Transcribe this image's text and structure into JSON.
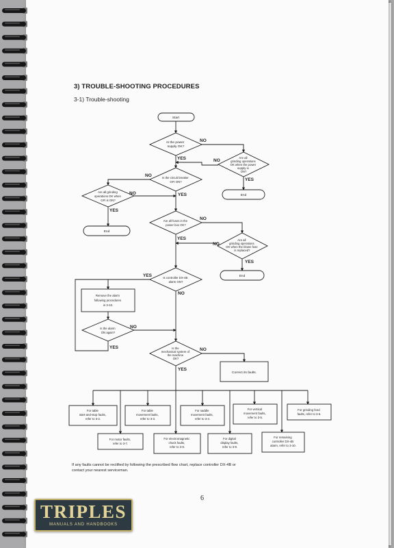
{
  "document": {
    "section_title": "3) TROUBLE-SHOOTING PROCEDURES",
    "subsection_title": "3-1) Trouble-shooting",
    "note_line_1": "If any faults cannot be rectified by following the prescribed flow chart, replace controller DX-4B or",
    "note_line_2": "contact your nearest serviceman.",
    "page_number": "6"
  },
  "flowchart": {
    "start": "Start",
    "end_label": "End",
    "yes": "YES",
    "no": "NO",
    "q_power_supply": [
      "Is the power",
      "supply OK?"
    ],
    "q_grinding_power": [
      "Are all",
      "grinding operations",
      "OK when the power",
      "supply is",
      "ON?"
    ],
    "q_circuit_breaker": [
      "Is the circuit breaker",
      "GFI ON?"
    ],
    "q_grinding_gfi": [
      "Are all grinding",
      "operations OK when",
      "GFI is ON?"
    ],
    "q_fuses": [
      "Are all fuses in the",
      "power box OK?"
    ],
    "q_grinding_fuse": [
      "Are all",
      "grinding operations",
      "OK when the blown fuse",
      "is replaced?"
    ],
    "q_controller_alarm": [
      "Is controller DX-4B",
      "alarm ON?"
    ],
    "remove_alarm": [
      "Remove the alarm",
      "following procedures",
      "in 3-10."
    ],
    "q_alarm_again": [
      "Is the alarm",
      "ON again?"
    ],
    "q_mechanical": [
      "Is the",
      "mechanical system of",
      "the machine",
      "OK?"
    ],
    "correct_faults": "Correct its faults.",
    "faults_table_start_stop": [
      "For table",
      "start-and-stop faults,",
      "refer to 3-2."
    ],
    "faults_table_movement": [
      "For table",
      "movement faults,",
      "refer to 3-3."
    ],
    "faults_saddle": [
      "For saddle",
      "movement faults,",
      "refer to 3-4."
    ],
    "faults_vertical": [
      "For vertical",
      "movement faults,",
      "refer to 3-5."
    ],
    "faults_grinding_feed": [
      "For grinding feed",
      "faults, refer to 3-6."
    ],
    "faults_motor": [
      "For motor faults,",
      "refer to 3-7."
    ],
    "faults_chuck": [
      "For electromagnetic",
      "chuck faults,",
      "refer to 3-8."
    ],
    "faults_display": [
      "For digital",
      "display faults,",
      "refer to 3-9."
    ],
    "faults_remaining": [
      "For remaining",
      "controller DX-4B",
      "alarm, refer to 3-10."
    ]
  },
  "logo": {
    "wordmark": "TRIPLES",
    "tagline": "MANUALS AND HANDBOOKS"
  },
  "colors": {
    "background": "#a9a9ab",
    "paper": "#fbfbfb",
    "ink": "#1c1c1c",
    "logo_bg": "#2e3a41",
    "logo_gold": "#e3d49a"
  }
}
